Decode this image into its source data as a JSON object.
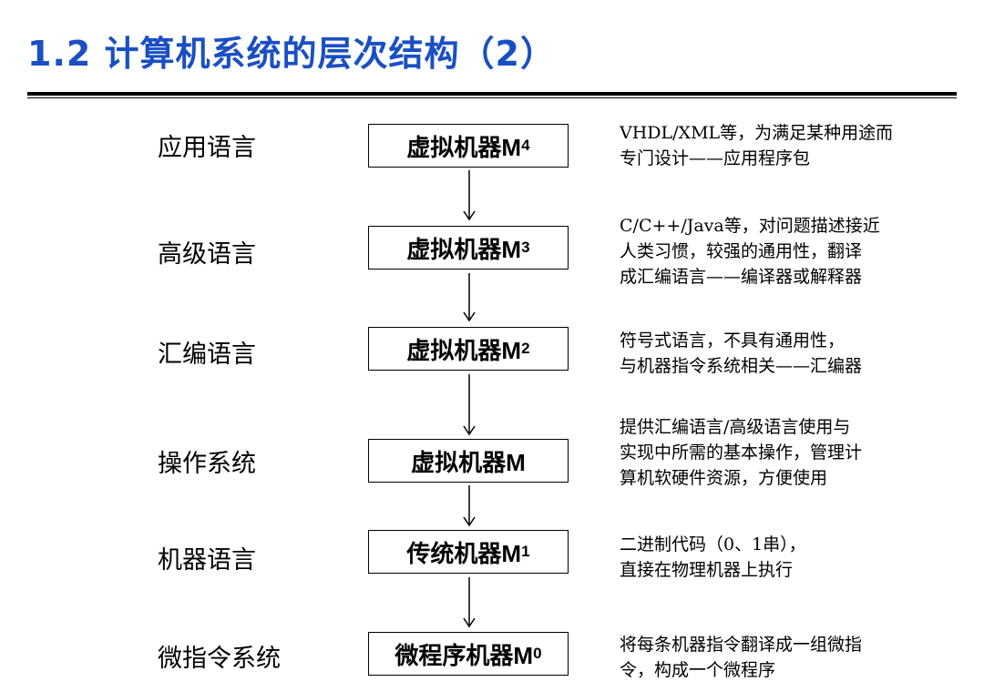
{
  "title": "1.2 计算机系统的层次结构（2）",
  "levels": [
    {
      "label": "应用语言",
      "machine": "虚拟机器M",
      "sub": "4",
      "desc": [
        "VHDL/XML等，为满足某种用途而",
        "专门设计——应用程序包"
      ]
    },
    {
      "label": "高级语言",
      "machine": "虚拟机器M",
      "sub": "3",
      "desc": [
        "C/C++/Java等，对问题描述接近",
        "人类习惯，较强的通用性，翻译",
        "成汇编语言——编译器或解释器"
      ]
    },
    {
      "label": "汇编语言",
      "machine": "虚拟机器M",
      "sub": "2",
      "desc": [
        "符号式语言，不具有通用性，",
        "与机器指令系统相关——汇编器"
      ]
    },
    {
      "label": "操作系统",
      "machine": "虚拟机器M",
      "sub": "",
      "desc": [
        "提供汇编语言/高级语言使用与",
        "实现中所需的基本操作，管理计",
        "算机软硬件资源，方便使用"
      ]
    },
    {
      "label": "机器语言",
      "machine": "传统机器M",
      "sub": "1",
      "desc": [
        "二进制代码（0、1串），",
        "直接在物理机器上执行"
      ]
    },
    {
      "label": "微指令系统",
      "machine": "微程序机器M",
      "sub": "0",
      "desc": [
        "将每条机器指令翻译成一组微指",
        "令，构成一个微程序"
      ]
    }
  ],
  "colors": {
    "title": "#1a4fc4",
    "text": "#000000"
  }
}
